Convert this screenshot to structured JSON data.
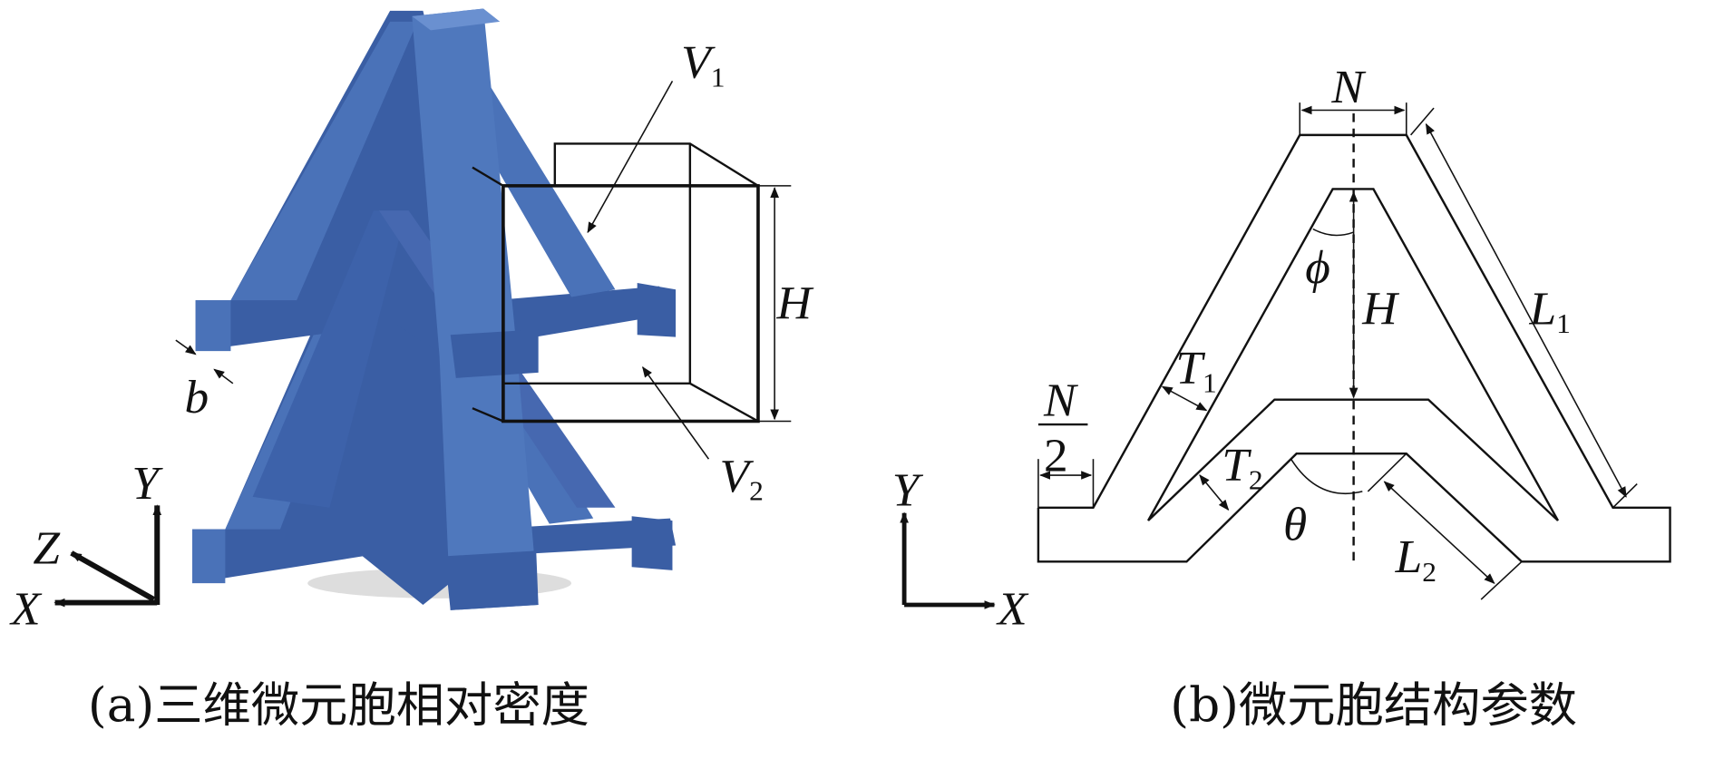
{
  "figure_a": {
    "caption": "(a)三维微元胞相对密度",
    "labels": {
      "V1": "V",
      "V1_sub": "1",
      "V2": "V",
      "V2_sub": "2",
      "H": "H",
      "b": "b",
      "X": "X",
      "Y": "Y",
      "Z": "Z"
    },
    "colors": {
      "face": "#4a72b8",
      "side": "#3a5ea4",
      "dark": "#2c4a8c"
    }
  },
  "figure_b": {
    "caption": "(b)微元胞结构参数",
    "labels": {
      "N_top": "N",
      "N_half_num": "N",
      "N_half_den": "2",
      "L1": "L",
      "L1_sub": "1",
      "L2": "L",
      "L2_sub": "2",
      "T1": "T",
      "T1_sub": "1",
      "T2": "T",
      "T2_sub": "2",
      "H": "H",
      "phi": "ϕ",
      "theta": "θ",
      "X": "X",
      "Y": "Y"
    }
  }
}
